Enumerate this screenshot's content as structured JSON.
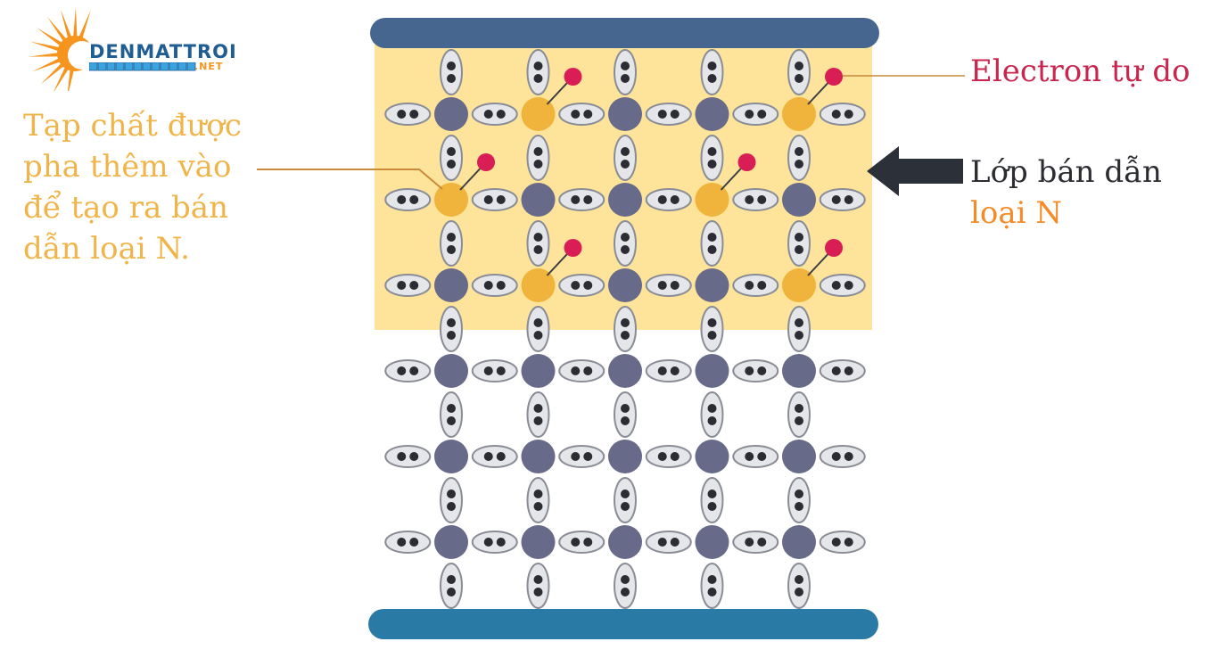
{
  "logo": {
    "name": "DENMATTROI",
    "suffix": ".NET",
    "sun_color": "#f7941d",
    "text_color": "#1f5d93"
  },
  "labels": {
    "dopant": "Tạp chất được\npha thêm vào\nđể tạo ra bán\ndẫn loại N.",
    "electron": "Electron tự do",
    "layer_line1": "Lớp bán dẫn",
    "layer_line2": "loại N"
  },
  "colors": {
    "label_dopant": "#f0b54a",
    "label_electron": "#c8264e",
    "label_layer": "#2b2d33",
    "label_layer_accent": "#f58a26",
    "n_region": "#fde49a",
    "plate_top": "#46668f",
    "plate_bottom": "#2a7aa6",
    "atom": "#676a88",
    "dopant_atom": "#f0b33c",
    "free_electron": "#d81e55",
    "bond_fill": "#e4e6ea",
    "bond_stroke": "#8a8c96",
    "bond_dot": "#2b2d33",
    "arrow": "#2c3038",
    "leader_line": "#c98a3a"
  },
  "lattice": {
    "rows": 6,
    "cols": 5,
    "n_region_rows": 3,
    "dopant_cells": [
      [
        0,
        1
      ],
      [
        0,
        4
      ],
      [
        1,
        0
      ],
      [
        1,
        3
      ],
      [
        2,
        1
      ],
      [
        2,
        4
      ]
    ]
  }
}
